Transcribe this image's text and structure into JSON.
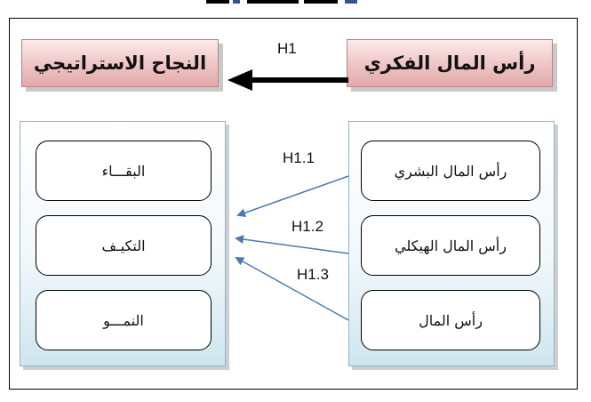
{
  "diagram": {
    "source": {
      "title": "رأس المال الفكري",
      "components": [
        "رأس المال البشري",
        "رأس المال الهيكلي",
        "رأس المال"
      ]
    },
    "target": {
      "title": "النجاح الاستراتيجي",
      "components": [
        "البقـــاء",
        "التكيـف",
        "النمـــو"
      ]
    },
    "hypotheses": {
      "main": "H1",
      "sub": [
        "H1.1",
        "H1.2",
        "H1.3"
      ]
    },
    "colors": {
      "title_gradient_top": "#fbeaea",
      "title_gradient_bottom": "#e2a9a9",
      "panel_gradient_bottom": "#cfe6ef",
      "sub_arrow": "#4a7ab0",
      "main_arrow": "#000000"
    }
  }
}
